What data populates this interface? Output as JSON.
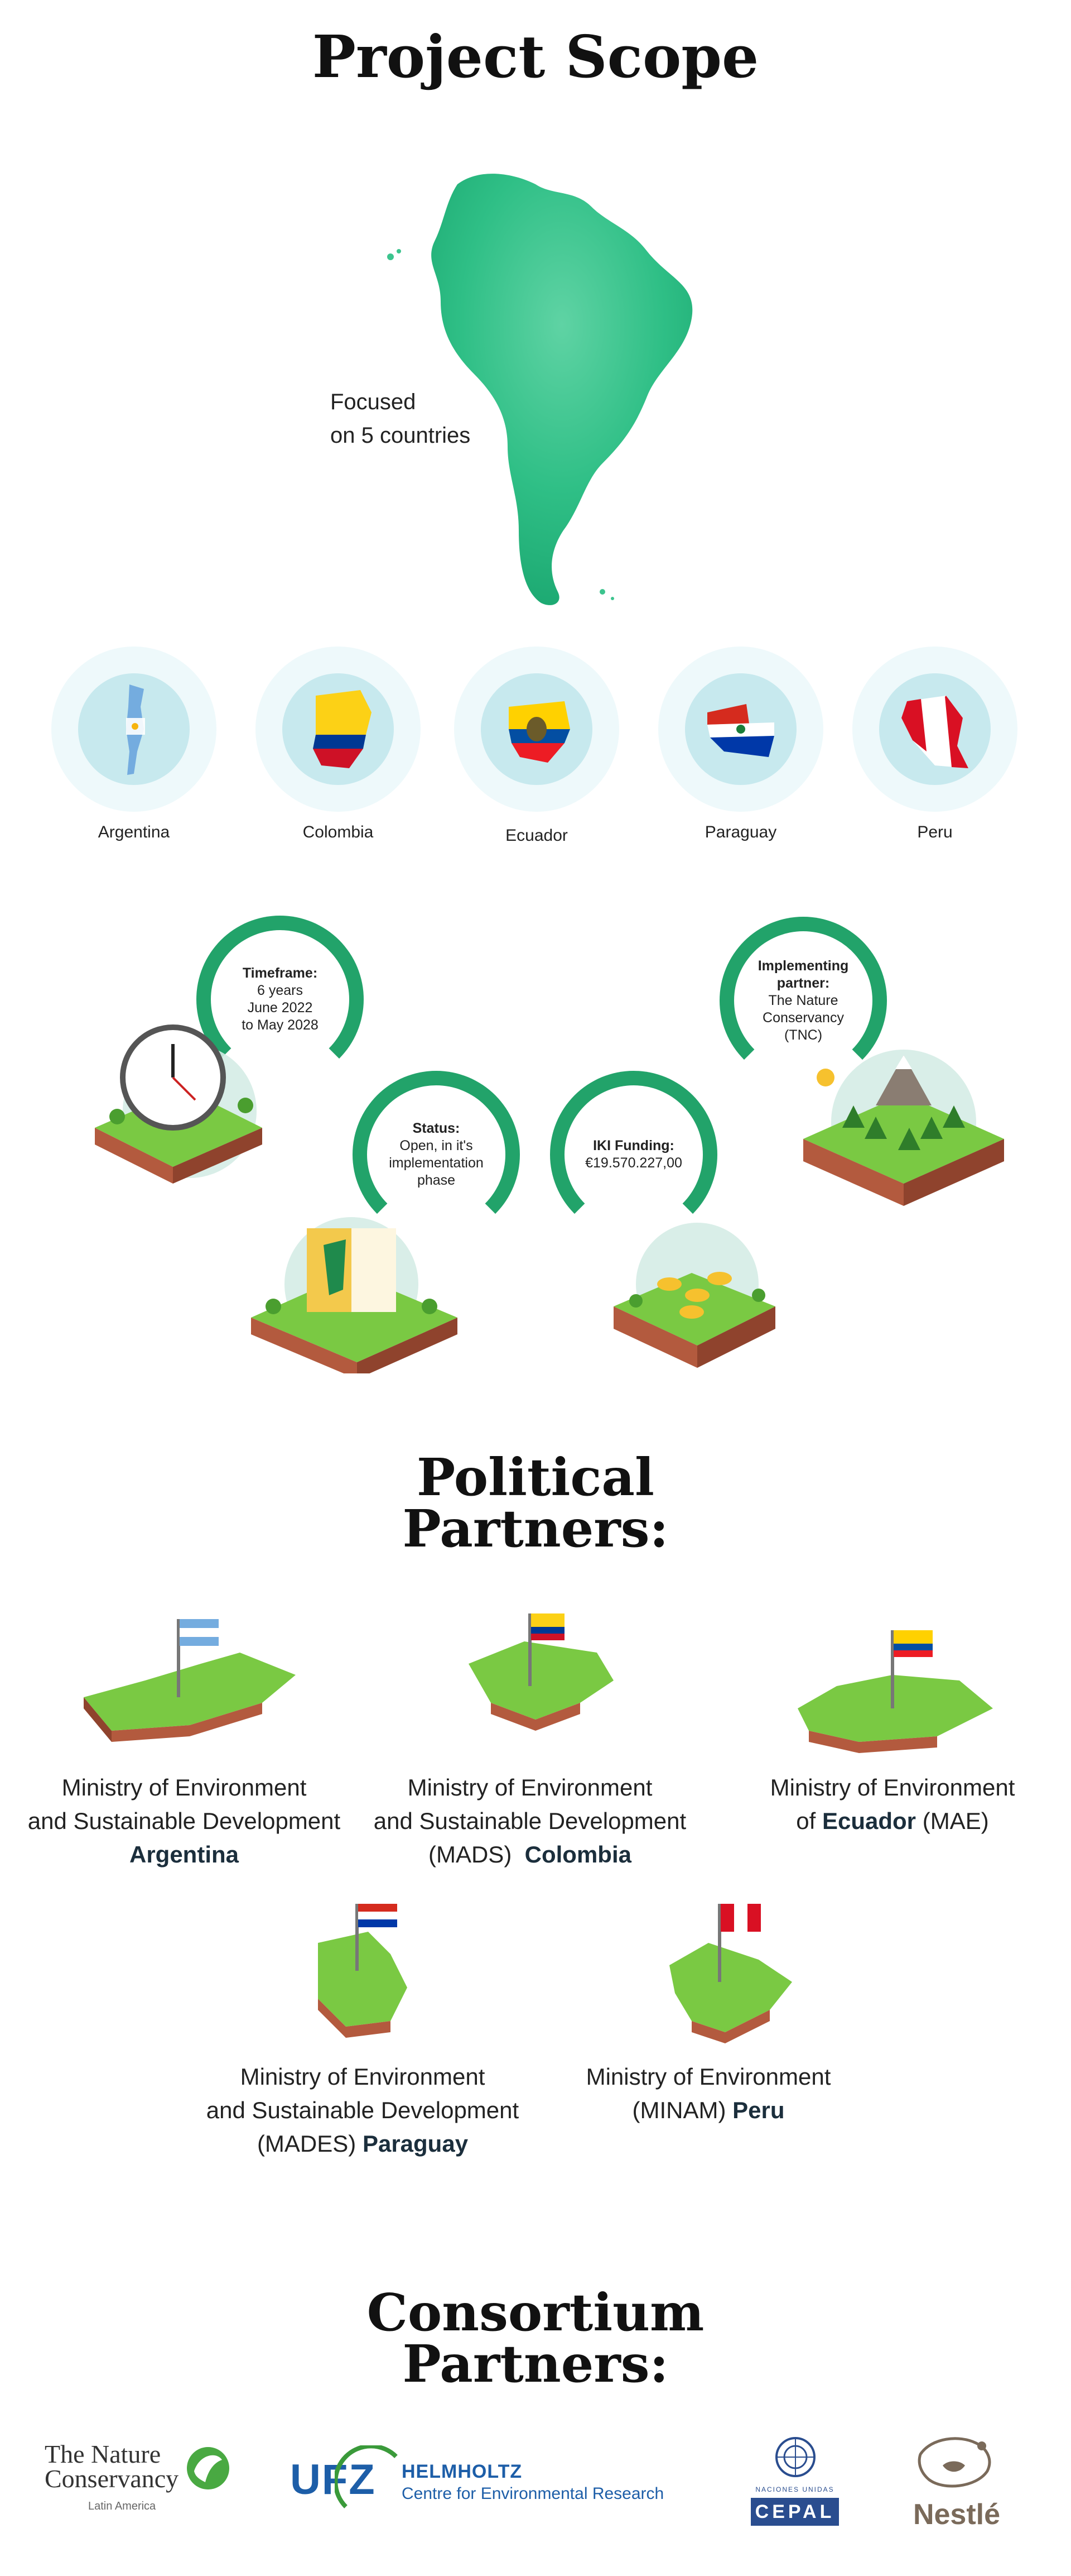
{
  "header": {
    "title": "Project Scope"
  },
  "map": {
    "caption_line1": "Focused",
    "caption_line2": "on 5 countries"
  },
  "countries": [
    {
      "name": "Argentina",
      "colors": [
        "#74acdf",
        "#ffffff",
        "#74acdf"
      ]
    },
    {
      "name": "Colombia",
      "colors": [
        "#fcd116",
        "#003893",
        "#ce1126"
      ]
    },
    {
      "name": "Ecuador",
      "colors": [
        "#ffd100",
        "#034ea2",
        "#ed1c24"
      ]
    },
    {
      "name": "Paraguay",
      "colors": [
        "#d52b1e",
        "#ffffff",
        "#0038a8"
      ]
    },
    {
      "name": "Peru",
      "colors": [
        "#d91023",
        "#ffffff",
        "#d91023"
      ]
    }
  ],
  "facts": {
    "timeframe": {
      "label": "Timeframe:",
      "line1": "6 years",
      "line2": "June 2022",
      "line3": "to May 2028"
    },
    "status": {
      "label": "Status:",
      "line1": "Open, in it's",
      "line2": "implementation",
      "line3": "phase"
    },
    "funding": {
      "label": "IKI Funding:",
      "line1": "€19.570.227,00"
    },
    "partner": {
      "label1": "Implementing",
      "label2": "partner:",
      "line1": "The Nature",
      "line2": "Conservancy",
      "line3": "(TNC)"
    }
  },
  "political": {
    "title_line1": "Political",
    "title_line2": "Partners:",
    "items": [
      {
        "line1": "Ministry of Environment",
        "line2": "and Sustainable Development",
        "line3_pre": "",
        "line3_bold": "Argentina"
      },
      {
        "line1": "Ministry of Environment",
        "line2": "and Sustainable Development",
        "line3_pre": "(MADS)",
        "line3_bold": "Colombia"
      },
      {
        "line1": "Ministry of Environment",
        "line2_pre": "of",
        "line2_bold": "Ecuador",
        "line2_post": "(MAE)"
      },
      {
        "line1": "Ministry of Environment",
        "line2": "and Sustainable Development",
        "line3_pre": "(MADES)",
        "line3_bold": "Paraguay"
      },
      {
        "line1": "Ministry of Environment",
        "line2_pre": "(MINAM)",
        "line2_bold": "Peru"
      }
    ]
  },
  "consortium": {
    "title_line1": "Consortium",
    "title_line2": "Partners:",
    "logos": {
      "tnc": {
        "line1": "The Nature",
        "line2": "Conservancy",
        "sub": "Latin America"
      },
      "ufz": {
        "mark": "UFZ",
        "name": "HELMHOLTZ",
        "sub": "Centre for Environmental Research"
      },
      "cepal": {
        "top": "Naciones Unidas",
        "name": "CEPAL"
      },
      "nestle": {
        "name": "Nestlé"
      }
    }
  }
}
